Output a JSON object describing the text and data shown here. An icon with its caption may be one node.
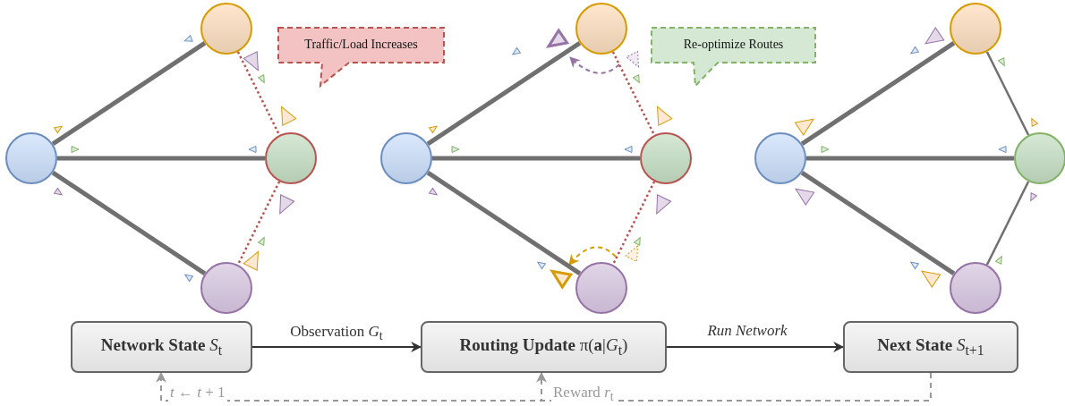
{
  "diagram": {
    "nodes": [
      {
        "text": [],
        "shape": "circle"
      },
      {
        "text": [],
        "shape": "circle"
      },
      {
        "text": [],
        "shape": "circle"
      },
      {
        "text": [],
        "shape": "circle"
      },
      {
        "text": [],
        "shape": "circle"
      },
      {
        "text": [],
        "shape": "circle"
      },
      {
        "text": [],
        "shape": "circle"
      },
      {
        "text": [],
        "shape": "circle"
      },
      {
        "text": [],
        "shape": "circle"
      },
      {
        "text": [],
        "shape": "circle"
      },
      {
        "text": [],
        "shape": "circle"
      },
      {
        "text": [],
        "shape": "circle"
      },
      {
        "text": [
          "Traffic/Load Increases"
        ]
      },
      {
        "text": [
          "Re-optimize Routes"
        ]
      },
      {
        "text": [
          "**Network State** *S*$_{t}$"
        ]
      },
      {
        "text": [
          "**Routing Update** π(**a**|*G*$_{t}$)"
        ]
      },
      {
        "text": [
          "**Next State** *S*$_{t+1}$"
        ]
      }
    ],
    "edges": [
      {
        "from": 0,
        "to": 1,
        "arrow": "none",
        "style": "thick",
        "color": "#707070"
      },
      {
        "from": 0,
        "to": 2,
        "arrow": "none",
        "style": "thick",
        "color": "#707070"
      },
      {
        "from": 0,
        "to": 3,
        "arrow": "none",
        "style": "thick",
        "color": "#707070"
      },
      {
        "from": 1,
        "to": 2,
        "arrow": "none",
        "style": "dashed",
        "color": "#b85450"
      },
      {
        "from": 2,
        "to": 3,
        "arrow": "none",
        "style": "dashed",
        "color": "#b85450"
      },
      {
        "from": 4,
        "to": 5,
        "arrow": "none",
        "style": "thick",
        "color": "#707070"
      },
      {
        "from": 4,
        "to": 6,
        "arrow": "none",
        "style": "thick",
        "color": "#707070"
      },
      {
        "from": 4,
        "to": 7,
        "arrow": "none",
        "style": "thick",
        "color": "#707070"
      },
      {
        "from": 5,
        "to": 6,
        "arrow": "none",
        "style": "dashed",
        "color": "#b85450"
      },
      {
        "from": 6,
        "to": 7,
        "arrow": "none",
        "style": "dashed",
        "color": "#b85450"
      },
      {
        "from": 8,
        "to": 9,
        "arrow": "none",
        "style": "thick",
        "color": "#707070"
      },
      {
        "from": 8,
        "to": 10,
        "arrow": "none",
        "style": "thick",
        "color": "#707070"
      },
      {
        "from": 8,
        "to": 11,
        "arrow": "none",
        "style": "thick",
        "color": "#707070"
      },
      {
        "from": 9,
        "to": 10,
        "arrow": "none",
        "color": "#707070"
      },
      {
        "from": 10,
        "to": 11,
        "arrow": "none",
        "color": "#707070"
      },
      {
        "from": 14,
        "to": 15,
        "arrow": "to",
        "label": "Observation *G*$_{t}$"
      },
      {
        "from": 15,
        "to": 16,
        "arrow": "to",
        "label": "Run Network"
      },
      {
        "from": 16,
        "to": 14,
        "arrow": "to",
        "style": "dashed",
        "color": "#999999",
        "label": "*t* ← *t* + 1"
      },
      {
        "from": 16,
        "to": 15,
        "arrow": "to",
        "style": "dashed",
        "color": "#999999",
        "label": "Reward *r*$_{t}$"
      }
    ]
  }
}
